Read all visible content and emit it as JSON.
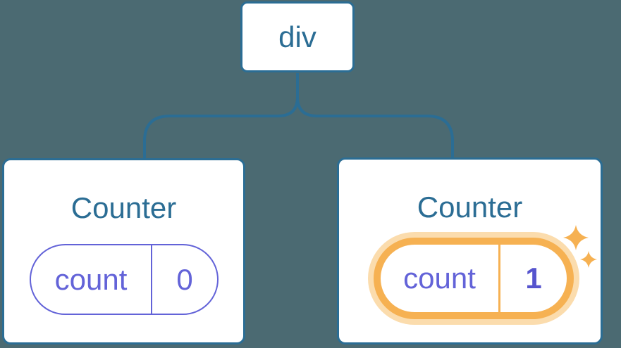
{
  "diagram": {
    "root": {
      "label": "div"
    },
    "children": [
      {
        "title": "Counter",
        "highlighted": false,
        "state": {
          "label": "count",
          "value": "0"
        }
      },
      {
        "title": "Counter",
        "highlighted": true,
        "state": {
          "label": "count",
          "value": "1"
        }
      }
    ]
  },
  "icons": {
    "sparkles": "sparkles-icon"
  },
  "colors": {
    "background": "#4B6A72",
    "node_blue": "#2B6D94",
    "card_bg": "#FFFFFF",
    "state_purple": "#6363D8",
    "state_value_purple": "#5654CE",
    "highlight_orange": "#F6B152",
    "highlight_glow": "#FBDCAD"
  }
}
